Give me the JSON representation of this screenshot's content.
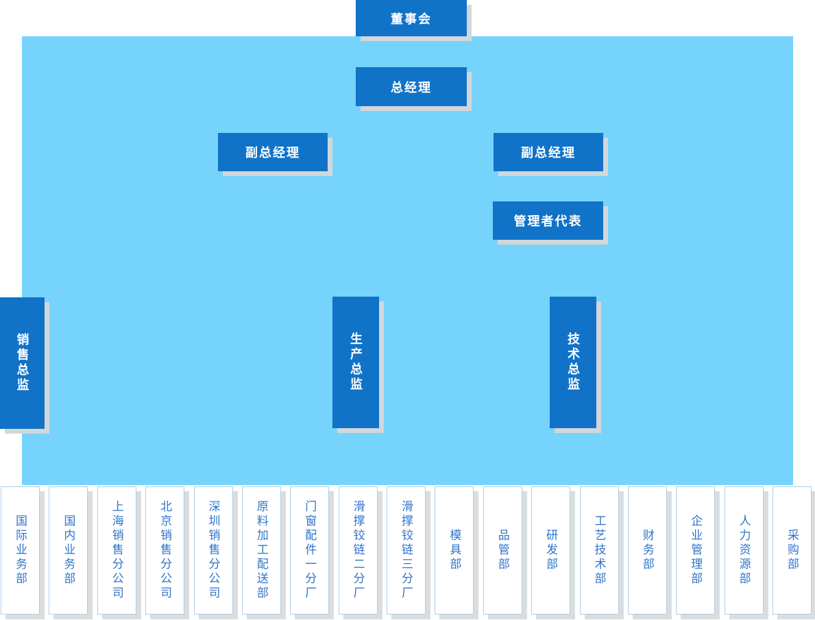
{
  "chart": {
    "root": "董事会",
    "general_manager": "总经理",
    "level3": {
      "deputy_left": "副总经理",
      "deputy_right": "副总经理",
      "management_rep": "管理者代表"
    },
    "directors": {
      "sales": "销售总监",
      "production": "生产总监",
      "technical": "技术总监"
    },
    "departments": [
      "国际业务部",
      "国内业务部",
      "上海销售分公司",
      "北京销售分公司",
      "深圳销售分公司",
      "原料加工配送部",
      "门窗配件一分厂",
      "滑撑铰链二分厂",
      "滑撑铰链三分厂",
      "模具部",
      "品管部",
      "研发部",
      "工艺技术部",
      "财务部",
      "企业管理部",
      "人力资源部",
      "采购部"
    ]
  },
  "colors": {
    "node_fill": "#1173c8",
    "node_text": "#ffffff",
    "background_panel": "#76d3fb",
    "department_text": "#2e74c9",
    "department_border": "#a9cfef",
    "shadow": "#d3d7d9"
  }
}
